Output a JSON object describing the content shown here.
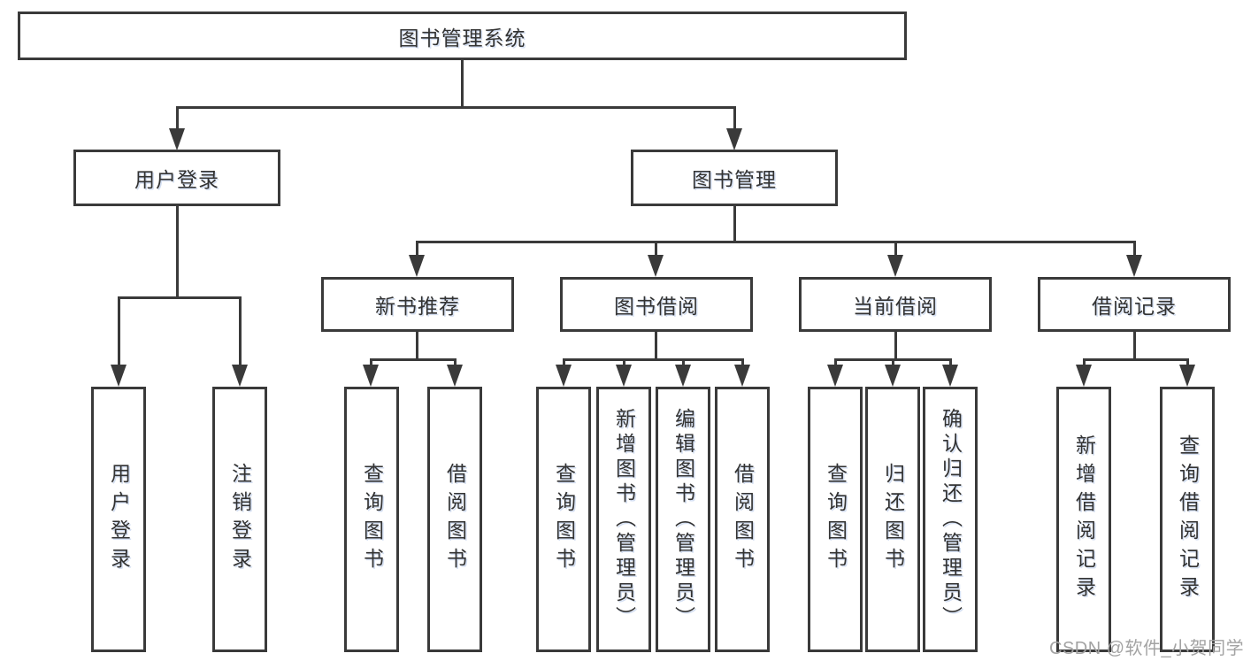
{
  "diagram": {
    "title": "图书管理系统",
    "level2": [
      "用户登录",
      "图书管理"
    ],
    "level3": [
      "新书推荐",
      "图书借阅",
      "当前借阅",
      "借阅记录"
    ],
    "leaves": {
      "user_login": [
        "用户登录",
        "注销登录"
      ],
      "new_book_recommend": [
        "查询图书",
        "借阅图书"
      ],
      "book_borrow": [
        "查询图书",
        "新增图书（管理员）",
        "编辑图书（管理员）",
        "借阅图书"
      ],
      "current_borrow": [
        "查询图书",
        "归还图书",
        "确认归还（管理员）"
      ],
      "borrow_records": [
        "新增借阅记录",
        "查询借阅记录"
      ]
    },
    "watermark": "CSDN @软件_小贺同学",
    "colors": {
      "line": "#3a3a3a",
      "box_border": "#3a3a3a",
      "text": "#333333",
      "watermark": "#a3a3a3",
      "background": "#ffffff"
    }
  }
}
